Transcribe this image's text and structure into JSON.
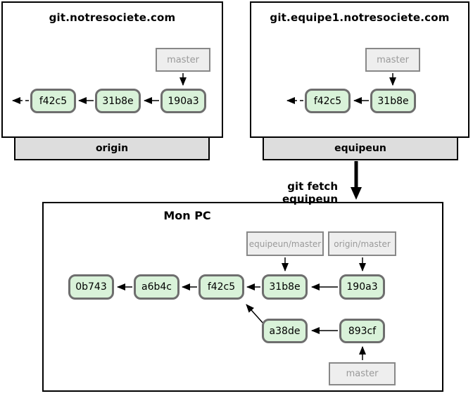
{
  "repos": [
    {
      "title": "git.notresociete.com",
      "remote_tab": "origin",
      "branch_label": "master",
      "commits": [
        "f42c5",
        "31b8e",
        "190a3"
      ],
      "edges": [
        "190a3->31b8e",
        "31b8e->f42c5",
        "f42c5->...(dashed)",
        "master->190a3"
      ]
    },
    {
      "title": "git.equipe1.notresociete.com",
      "remote_tab": "equipeun",
      "branch_label": "master",
      "commits": [
        "f42c5",
        "31b8e"
      ],
      "edges": [
        "31b8e->f42c5",
        "f42c5->...(dashed)",
        "master->31b8e"
      ]
    }
  ],
  "action": {
    "label": "git fetch equipeun"
  },
  "local": {
    "title": "Mon PC",
    "remote_refs": [
      "equipeun/master",
      "origin/master"
    ],
    "branch_label": "master",
    "main_commits": [
      "0b743",
      "a6b4c",
      "f42c5",
      "31b8e",
      "190a3"
    ],
    "topic_commits": [
      "a38de",
      "893cf"
    ],
    "edges": [
      "190a3->31b8e",
      "31b8e->f42c5",
      "f42c5->a6b4c",
      "a6b4c->0b743",
      "893cf->a38de",
      "a38de->f42c5",
      "equipeun/master->31b8e",
      "origin/master->190a3",
      "master->893cf"
    ]
  },
  "colors": {
    "commit_fill": "#d9f2d9",
    "commit_border": "#6e6e6e",
    "ref_fill": "#eeeeee",
    "ref_border": "#888888",
    "ref_text": "#999999",
    "tab_fill": "#dddddd",
    "box_border": "#000000",
    "arrow": "#000000"
  }
}
